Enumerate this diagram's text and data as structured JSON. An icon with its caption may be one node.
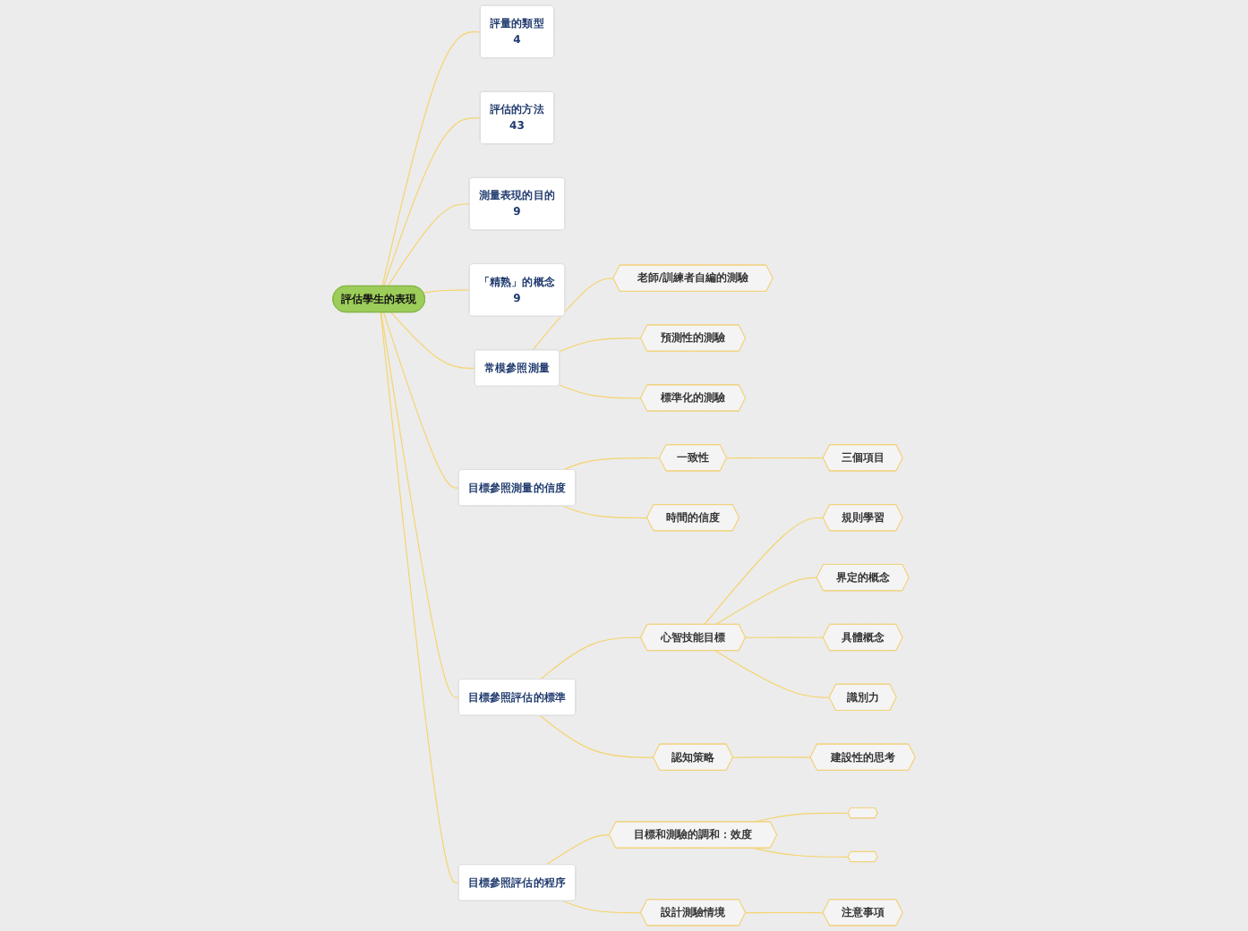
{
  "diagram": {
    "nodes": [
      {
        "text": [
          "評估學生的表現"
        ]
      },
      {
        "text": [
          "常模參照測量"
        ]
      },
      {
        "text": [
          "老師/訓練者自編的測驗"
        ]
      },
      {
        "text": [
          "預測性的測驗"
        ]
      },
      {
        "text": [
          "標準化的測驗"
        ]
      },
      {
        "text": [
          "目標參照測量的信度"
        ]
      },
      {
        "text": [
          "一致性"
        ]
      },
      {
        "text": [
          "三個項目"
        ]
      },
      {
        "text": [
          "時間的信度"
        ]
      },
      {
        "text": [
          "目標參照評估的標準"
        ]
      },
      {
        "text": [
          "心智技能目標"
        ]
      },
      {
        "text": [
          "規則學習"
        ]
      },
      {
        "text": [
          "界定的概念"
        ]
      },
      {
        "text": [
          "具體概念"
        ]
      },
      {
        "text": [
          "識別力"
        ]
      },
      {
        "text": [
          "認知策略"
        ]
      },
      {
        "text": [
          "建設性的思考"
        ]
      },
      {
        "text": [
          "評量的類型",
          "4"
        ]
      },
      {
        "text": [
          "評估的方法",
          "43"
        ]
      },
      {
        "text": [
          "測量表現的目的",
          "9"
        ]
      },
      {
        "text": [
          "目標參照評估的程序"
        ]
      },
      {
        "text": [
          "目標和測驗的調和：效度"
        ]
      },
      {
        "text": [],
        "shape": "hexagon"
      },
      {
        "text": [],
        "shape": "hexagon"
      },
      {
        "text": [
          "設計測驗情境"
        ]
      },
      {
        "text": [
          "注意事項"
        ]
      },
      {
        "text": [
          "「精熟」的概念",
          "9"
        ]
      }
    ],
    "edges": [
      {
        "from": 0,
        "to": 1,
        "arrow": "none"
      },
      {
        "from": 0,
        "to": 5,
        "arrow": "none"
      },
      {
        "from": 0,
        "to": 9,
        "arrow": "none"
      },
      {
        "from": 0,
        "to": 17,
        "arrow": "none"
      },
      {
        "from": 0,
        "to": 18,
        "arrow": "none"
      },
      {
        "from": 0,
        "to": 19,
        "arrow": "none"
      },
      {
        "from": 0,
        "to": 20,
        "arrow": "none"
      },
      {
        "from": 0,
        "to": 26,
        "arrow": "none"
      },
      {
        "from": 1,
        "to": 2,
        "arrow": "none"
      },
      {
        "from": 1,
        "to": 3,
        "arrow": "none"
      },
      {
        "from": 1,
        "to": 4,
        "arrow": "none"
      },
      {
        "from": 5,
        "to": 6,
        "arrow": "none"
      },
      {
        "from": 6,
        "to": 7,
        "arrow": "none"
      },
      {
        "from": 5,
        "to": 8,
        "arrow": "none"
      },
      {
        "from": 9,
        "to": 10,
        "arrow": "none"
      },
      {
        "from": 10,
        "to": 11,
        "arrow": "none"
      },
      {
        "from": 10,
        "to": 12,
        "arrow": "none"
      },
      {
        "from": 10,
        "to": 13,
        "arrow": "none"
      },
      {
        "from": 10,
        "to": 14,
        "arrow": "none"
      },
      {
        "from": 9,
        "to": 15,
        "arrow": "none"
      },
      {
        "from": 15,
        "to": 16,
        "arrow": "none"
      },
      {
        "from": 20,
        "to": 21,
        "arrow": "none"
      },
      {
        "from": 21,
        "to": 22,
        "arrow": "none"
      },
      {
        "from": 21,
        "to": 23,
        "arrow": "none"
      },
      {
        "from": 20,
        "to": 24,
        "arrow": "none"
      },
      {
        "from": 24,
        "to": 25,
        "arrow": "none"
      }
    ]
  }
}
